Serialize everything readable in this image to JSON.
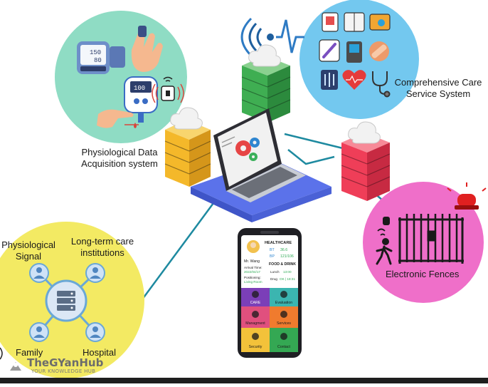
{
  "labels": {
    "physio_system": [
      "Physiological Data",
      "Acquisition system"
    ],
    "care_system": [
      "Comprehensive Care",
      "Service System"
    ],
    "fences": "Electronic Fences",
    "physio_signal": [
      "Physiological",
      "Signal"
    ],
    "longterm": [
      "Long-term care",
      "institutions"
    ],
    "family": "Family",
    "hospital": "Hospital"
  },
  "device_readings": {
    "bp_upper": "150",
    "bp_lower": "80",
    "glucose": "100"
  },
  "phone": {
    "header": "HEALTHCARE",
    "name": "Mr. Wang",
    "bt_label": "BT",
    "bt_value": "36.6",
    "bp_label": "BP",
    "bp_value": "121/106",
    "arrival_label": "Arrival Time:",
    "arrival_value": "2022/04/17",
    "position_label": "Positioning:",
    "position_value": "Living Room",
    "food_header": "FOOD & DRINK",
    "lunch_label": "Lunch",
    "lunch_value": "13:00",
    "drug_label": "Drug",
    "drug_value": "OK | 18:31",
    "tiles": [
      "CARE",
      "Evaluation",
      "Managment",
      "Services",
      "Security",
      "Contact"
    ]
  },
  "watermark": {
    "brand": "TheGYanHub",
    "tagline": "YOUR KNOWLEDGE HUB"
  },
  "colors": {
    "green_circle": "#8fdcc4",
    "blue_circle": "#73c8ef",
    "pink_circle": "#ef6fc9",
    "yellow_circle": "#f3ea63",
    "server_yellow": "#f4b82a",
    "server_green": "#3fae52",
    "server_red": "#ef3e58",
    "laptop_base": "#5b72ea",
    "link_teal": "#1e8aa0"
  }
}
